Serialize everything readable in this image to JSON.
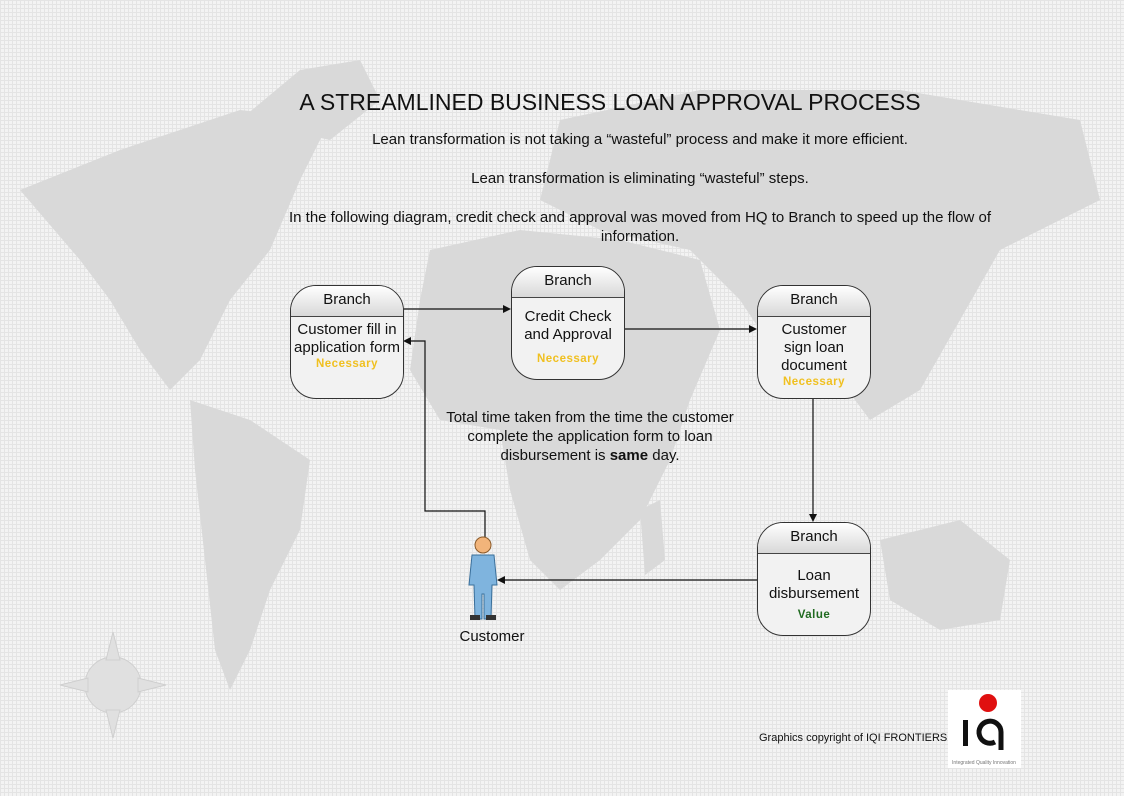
{
  "title": "A STREAMLINED BUSINESS LOAN APPROVAL PROCESS",
  "intro": [
    "Lean transformation is not taking a “wasteful” process and make it more efficient.",
    "Lean transformation is eliminating “wasteful” steps.",
    "In the following diagram, credit check and approval was moved from HQ to Branch to speed up the flow of information."
  ],
  "steps": [
    {
      "header": "Branch",
      "body": "Customer fill in application form",
      "tag": "Necessary"
    },
    {
      "header": "Branch",
      "body": "Credit Check and Approval",
      "tag": "Necessary"
    },
    {
      "header": "Branch",
      "body": "Customer sign loan document",
      "tag": "Necessary"
    },
    {
      "header": "Branch",
      "body": "Loan disbursement",
      "tag": "Value"
    }
  ],
  "note": {
    "pre": "Total time taken from the time the customer complete the application form to loan disbursement is ",
    "bold": "same",
    "post": " day."
  },
  "actor": "Customer",
  "copyright": "Graphics copyright of IQI FRONTIERS",
  "logo": {
    "text": "iq",
    "tagline": "Integrated Quality Innovation"
  },
  "colors": {
    "necessary": "#f0c020",
    "value": "#1f6a1f"
  }
}
